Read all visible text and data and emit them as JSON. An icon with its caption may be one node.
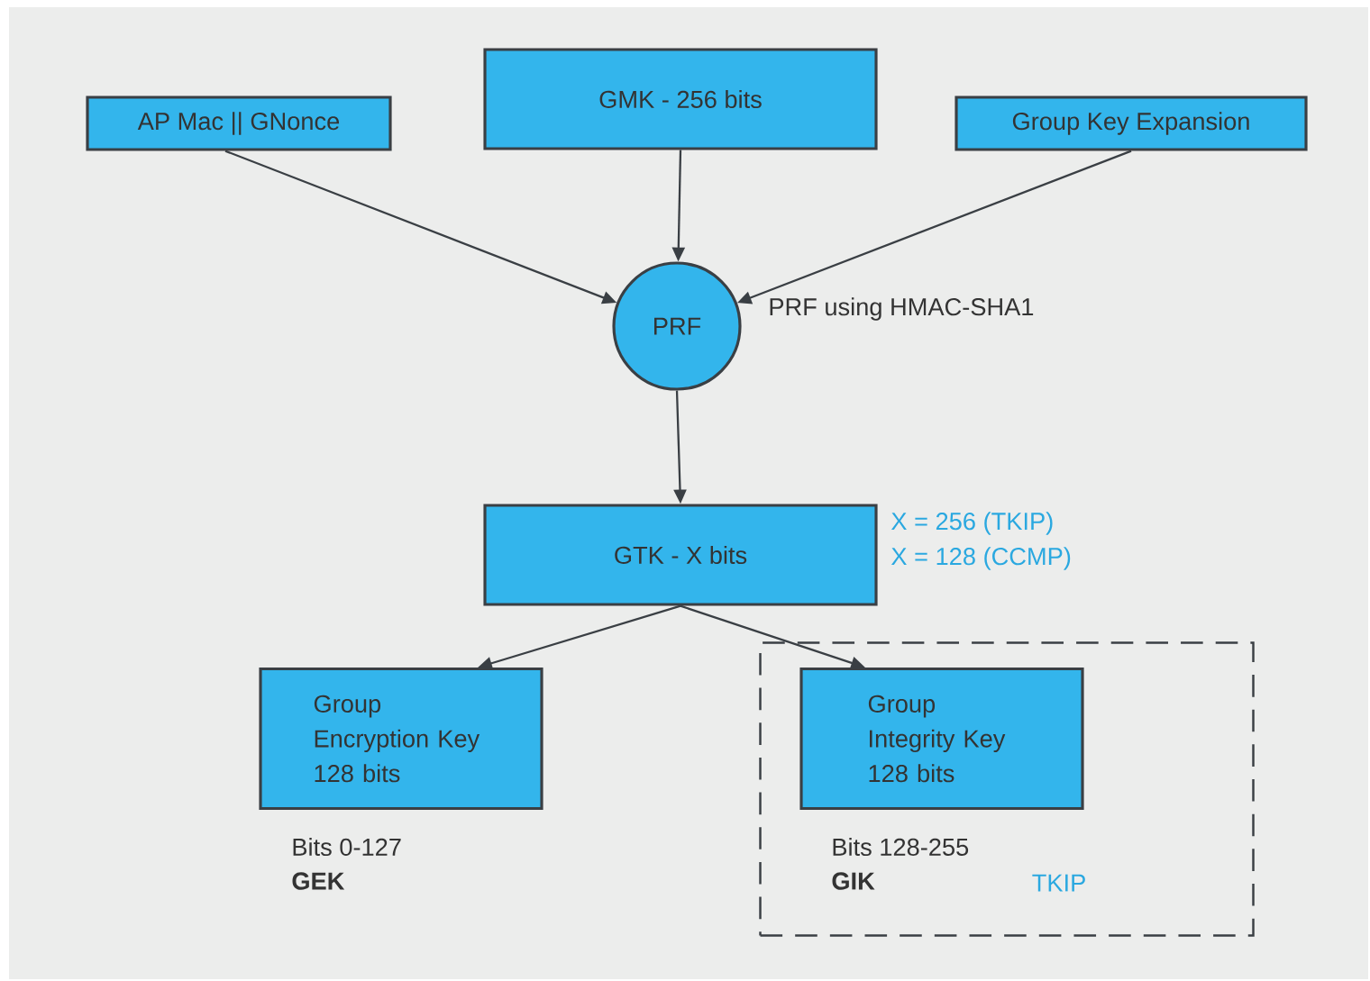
{
  "diagram": {
    "nodes": [
      {
        "text": [
          "AP Mac || GNonce"
        ]
      },
      {
        "text": [
          "GMK - 256 bits"
        ]
      },
      {
        "text": [
          "Group Key Expansion"
        ]
      },
      {
        "text": [
          "PRF"
        ],
        "beside": [
          "PRF using HMAC-SHA1"
        ]
      },
      {
        "text": [
          "GTK - X bits"
        ],
        "beside": [
          "X = 256 (TKIP)",
          "X = 128 (CCMP)"
        ]
      },
      {
        "text": [
          "Group Encryption Key 128 bits"
        ],
        "beside": [
          "Bits 0-127",
          "GEK"
        ]
      },
      {
        "text": [
          "TKIP"
        ]
      },
      {
        "text": [
          "Group Integrity Key 128 bits"
        ],
        "in": 6,
        "beside": [
          "Bits 128-255",
          "GIK"
        ]
      }
    ],
    "edges": [
      {
        "from": 0,
        "to": 3,
        "arrow": "to"
      },
      {
        "from": 1,
        "to": 3,
        "arrow": "to"
      },
      {
        "from": 2,
        "to": 3,
        "arrow": "to"
      },
      {
        "from": 3,
        "to": 4,
        "arrow": "to"
      },
      {
        "from": 4,
        "to": 5,
        "arrow": "to"
      },
      {
        "from": 4,
        "to": 7,
        "arrow": "to"
      }
    ]
  }
}
